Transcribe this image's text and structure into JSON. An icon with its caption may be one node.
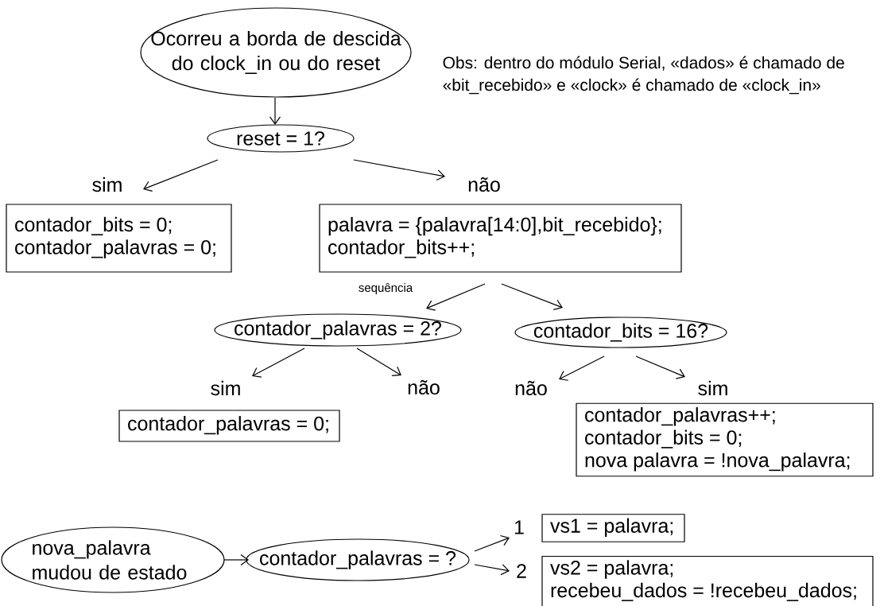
{
  "diagram": {
    "nodes": [
      {
        "text": [
          "Ocorreu a borda de descida do clock_in ou do reset"
        ]
      },
      {
        "text": [
          "reset = 1?"
        ]
      },
      {
        "text": [
          "sim"
        ]
      },
      {
        "text": [
          "não"
        ]
      },
      {
        "text": [
          "contador_bits = 0;",
          "contador_palavras = 0;"
        ]
      },
      {
        "text": [
          "palavra = {palavra[14:0],bit_recebido};",
          "contador_bits++;"
        ]
      },
      {
        "text": [
          "contador_palavras = 2?"
        ]
      },
      {
        "text": [
          "contador_bits = 16?"
        ]
      },
      {
        "text": [
          "sim"
        ]
      },
      {
        "text": [
          "não"
        ]
      },
      {
        "text": [
          "não"
        ]
      },
      {
        "text": [
          "sim"
        ]
      },
      {
        "text": [
          "contador_palavras = 0;"
        ]
      },
      {
        "text": [
          "contador_palavras++;",
          "contador_bits = 0;",
          "nova palavra = !nova_palavra;"
        ]
      },
      {
        "text": [
          "nova_palavra mudou de estado"
        ]
      },
      {
        "text": [
          "contador_palavras = ?"
        ]
      },
      {
        "text": [
          "1"
        ]
      },
      {
        "text": [
          "2"
        ]
      },
      {
        "text": [
          "vs1 = palavra;"
        ]
      },
      {
        "text": [
          "vs2 = palavra;",
          "recebeu_dados = !recebeu_dados;"
        ]
      }
    ],
    "edges": [
      {
        "from": 0,
        "to": 1,
        "arrow": "to"
      },
      {
        "from": 1,
        "to": 2,
        "arrow": "to"
      },
      {
        "from": 1,
        "to": 3,
        "arrow": "to"
      },
      {
        "from": 5,
        "to": 6,
        "arrow": "to",
        "label": "sequência"
      },
      {
        "from": 5,
        "to": 7,
        "arrow": "to"
      },
      {
        "from": 6,
        "to": 8,
        "arrow": "to"
      },
      {
        "from": 6,
        "to": 9,
        "arrow": "to"
      },
      {
        "from": 7,
        "to": 10,
        "arrow": "to"
      },
      {
        "from": 7,
        "to": 11,
        "arrow": "to"
      },
      {
        "from": 14,
        "to": 15,
        "arrow": "to"
      },
      {
        "from": 15,
        "to": 16,
        "arrow": "to"
      },
      {
        "from": 15,
        "to": 17,
        "arrow": "to"
      }
    ],
    "labels": [
      "Obs: dentro do módulo Serial, «dados» é chamado de «bit_recebido» e «clock» é chamado de «clock_in»"
    ]
  }
}
